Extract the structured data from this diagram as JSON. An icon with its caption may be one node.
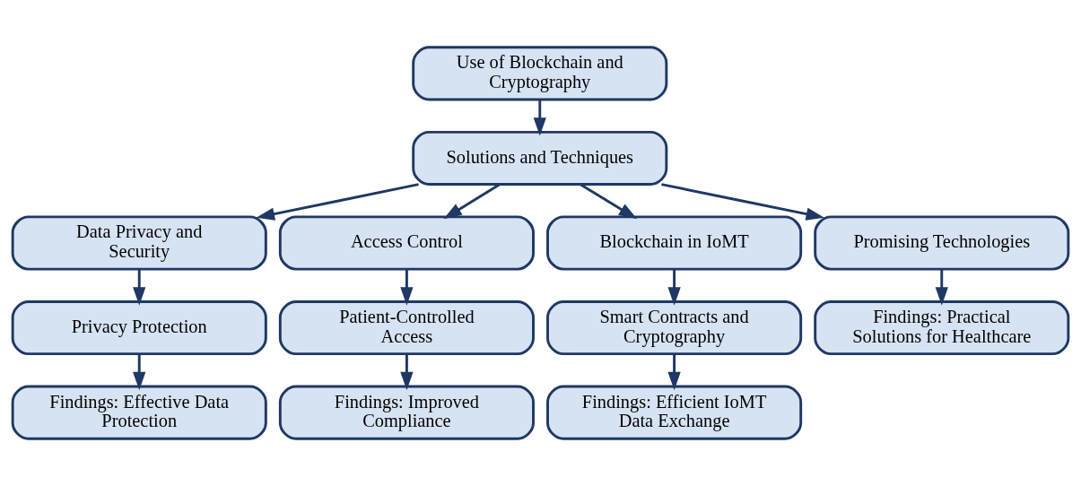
{
  "diagram": {
    "nodes": [
      {
        "text": [
          "Use of Blockchain and Cryptography"
        ]
      },
      {
        "text": [
          "Solutions and Techniques"
        ]
      },
      {
        "text": [
          "Data Privacy and Security"
        ]
      },
      {
        "text": [
          "Access Control"
        ]
      },
      {
        "text": [
          "Blockchain in IoMT"
        ]
      },
      {
        "text": [
          "Promising Technologies"
        ]
      },
      {
        "text": [
          "Privacy Protection"
        ]
      },
      {
        "text": [
          "Patient-Controlled Access"
        ]
      },
      {
        "text": [
          "Smart Contracts and Cryptography"
        ]
      },
      {
        "text": [
          "Findings: Practical Solutions for Healthcare"
        ]
      },
      {
        "text": [
          "Findings: Effective Data Protection"
        ]
      },
      {
        "text": [
          "Findings: Improved Compliance"
        ]
      },
      {
        "text": [
          "Findings: Efficient IoMT Data Exchange"
        ]
      }
    ],
    "edges": [
      {
        "from": 0,
        "to": 1,
        "arrow": "to"
      },
      {
        "from": 1,
        "to": 2,
        "arrow": "to"
      },
      {
        "from": 1,
        "to": 3,
        "arrow": "to"
      },
      {
        "from": 1,
        "to": 4,
        "arrow": "to"
      },
      {
        "from": 1,
        "to": 5,
        "arrow": "to"
      },
      {
        "from": 2,
        "to": 6,
        "arrow": "to"
      },
      {
        "from": 3,
        "to": 7,
        "arrow": "to"
      },
      {
        "from": 4,
        "to": 8,
        "arrow": "to"
      },
      {
        "from": 5,
        "to": 9,
        "arrow": "to"
      },
      {
        "from": 6,
        "to": 10,
        "arrow": "to"
      },
      {
        "from": 7,
        "to": 11,
        "arrow": "to"
      },
      {
        "from": 8,
        "to": 12,
        "arrow": "to"
      }
    ]
  }
}
